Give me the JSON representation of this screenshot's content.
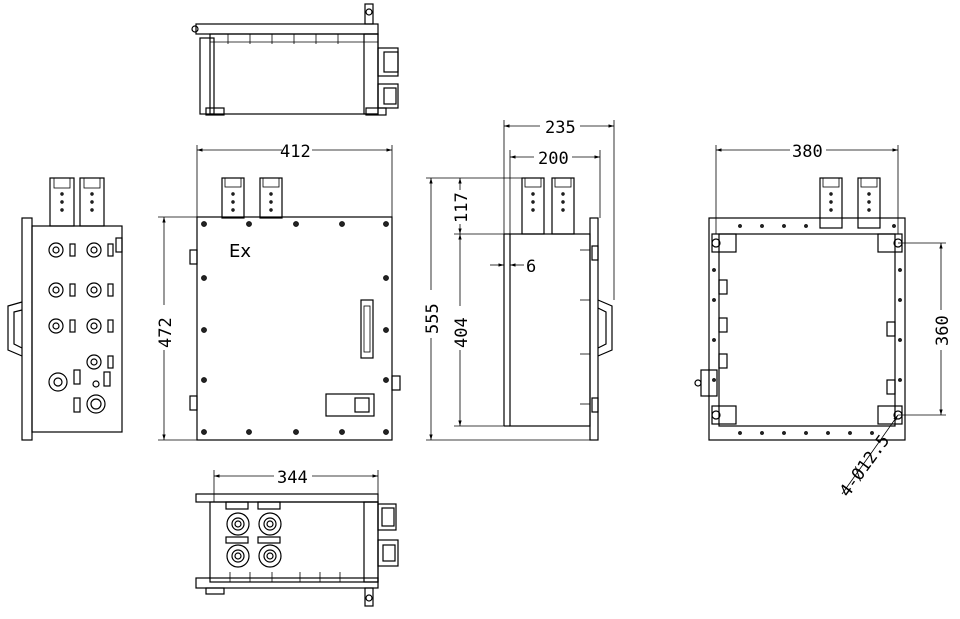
{
  "marking": "Ex",
  "dimensions": {
    "front_width": "412",
    "front_height": "472",
    "side_depth_overall": "235",
    "side_depth_body": "200",
    "side_total_height": "555",
    "side_top_height": "117",
    "side_body_height": "404",
    "side_gap": "6",
    "rear_width": "380",
    "rear_hole_spacing": "360",
    "mount_holes": "4-Ø12.5",
    "bottom_width": "344"
  }
}
